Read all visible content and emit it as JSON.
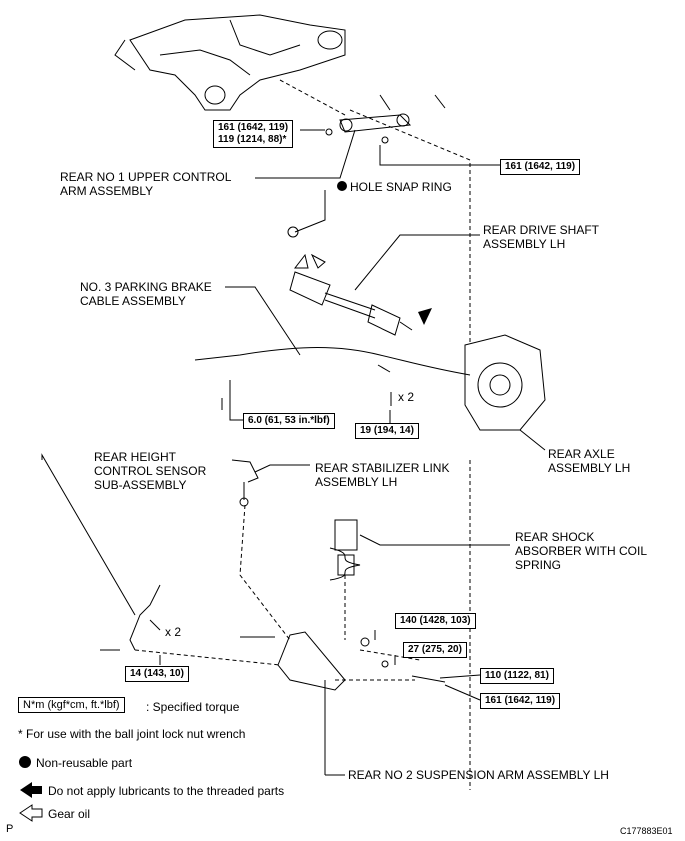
{
  "labels": {
    "upper_arm": "REAR NO  1 UPPER CONTROL\nARM ASSEMBLY",
    "snap_ring": "HOLE SNAP RING",
    "drive_shaft": "REAR DRIVE SHAFT\nASSEMBLY LH",
    "parking_cable": "NO. 3 PARKING BRAKE\nCABLE ASSEMBLY",
    "axle": "REAR AXLE\nASSEMBLY LH",
    "height_sensor": "REAR HEIGHT\nCONTROL SENSOR\nSUB-ASSEMBLY",
    "stabilizer_link": "REAR STABILIZER LINK\nASSEMBLY LH",
    "shock": "REAR SHOCK\nABSORBER WITH COIL\nSPRING",
    "arm2": "REAR NO  2 SUSPENSION ARM ASSEMBLY LH",
    "x2_a": "x 2",
    "x2_b": "x 2"
  },
  "torques": {
    "t_upper_a": "161 (1642, 119)\n119 (1214, 88)*",
    "t_upper_b": "161 (1642, 119)",
    "t_cable_a": "6.0 (61, 53 in.*lbf)",
    "t_cable_b": "19 (194, 14)",
    "t_sensor": "14 (143, 10)",
    "t_arm_a": "140 (1428, 103)",
    "t_arm_b": "27 (275, 20)",
    "t_arm_c": "110 (1122, 81)",
    "t_arm_d": "161 (1642, 119)"
  },
  "legend": {
    "torque_unit": "N*m (kgf*cm, ft.*lbf)",
    "torque_text": ": Specified torque",
    "ball_joint": "* For use with the ball joint lock nut wrench",
    "non_reusable": "Non-reusable part",
    "no_lubricant": "Do not apply lubricants to the threaded parts",
    "gear_oil": "Gear oil"
  },
  "footer": {
    "page_letter": "P",
    "code": "C177883E01"
  },
  "icons": [
    "filled-circle-icon",
    "filled-arrow-icon",
    "hollow-arrow-icon"
  ],
  "colors": {
    "ink": "#000000",
    "background": "#ffffff"
  }
}
